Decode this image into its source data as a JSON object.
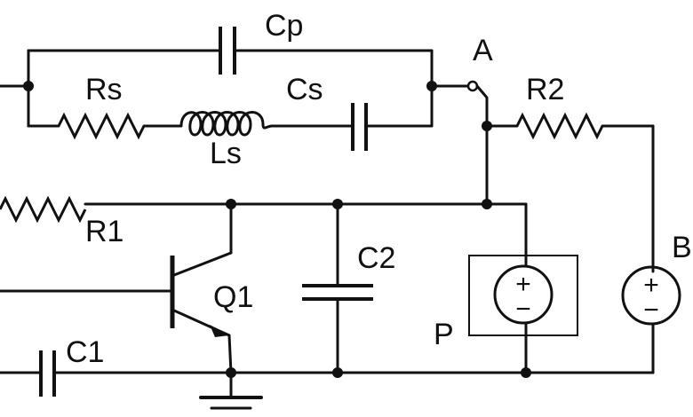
{
  "labels": {
    "cp": "Cp",
    "rs": "Rs",
    "cs": "Cs",
    "ls": "Ls",
    "a": "A",
    "r2": "R2",
    "r1": "R1",
    "c2": "C2",
    "q1": "Q1",
    "p": "P",
    "b": "B",
    "c1": "C1"
  },
  "source_signs": {
    "plus": "+",
    "minus": "−"
  }
}
